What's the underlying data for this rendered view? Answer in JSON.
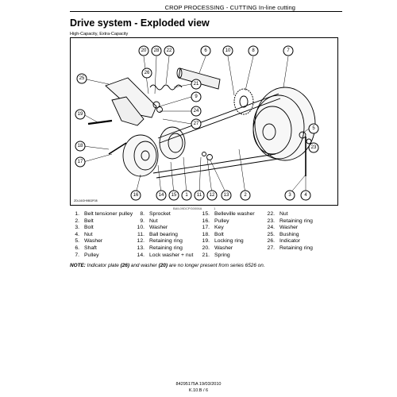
{
  "header": {
    "section": "CROP PROCESSING - CUTTING In-line cutting"
  },
  "title": "Drive system - Exploded view",
  "subtitle": "High-Capacity, Extra-Capacity",
  "figure": {
    "code": "ZDL16GH9802F08",
    "caption": "BAIL09DCPG0006A",
    "caption_number": "1",
    "callouts": [
      "20",
      "28",
      "22",
      "6",
      "10",
      "8",
      "25",
      "21",
      "9",
      "24",
      "7",
      "19",
      "27",
      "5",
      "18",
      "17",
      "16",
      "14",
      "15",
      "1",
      "11",
      "12",
      "13",
      "2",
      "3",
      "4",
      "23",
      "26"
    ]
  },
  "legend": {
    "col1": [
      {
        "n": "1.",
        "t": "Belt tensioner pulley"
      },
      {
        "n": "2.",
        "t": "Belt"
      },
      {
        "n": "3.",
        "t": "Bolt"
      },
      {
        "n": "4.",
        "t": "Nut"
      },
      {
        "n": "5.",
        "t": "Washer"
      },
      {
        "n": "6.",
        "t": "Shaft"
      },
      {
        "n": "7.",
        "t": "Pulley"
      }
    ],
    "col2": [
      {
        "n": "8.",
        "t": "Sprocket"
      },
      {
        "n": "9.",
        "t": "Nut"
      },
      {
        "n": "10.",
        "t": "Washer"
      },
      {
        "n": "11.",
        "t": "Ball bearing"
      },
      {
        "n": "12.",
        "t": "Retaining ring"
      },
      {
        "n": "13.",
        "t": "Retaining ring"
      },
      {
        "n": "14.",
        "t": "Lock washer + nut"
      }
    ],
    "col3": [
      {
        "n": "15.",
        "t": "Belleville washer"
      },
      {
        "n": "16.",
        "t": "Pulley"
      },
      {
        "n": "17.",
        "t": "Key"
      },
      {
        "n": "18.",
        "t": "Bolt"
      },
      {
        "n": "19.",
        "t": "Locking ring"
      },
      {
        "n": "20.",
        "t": "Washer"
      },
      {
        "n": "21.",
        "t": "Spring"
      }
    ],
    "col4": [
      {
        "n": "22.",
        "t": "Nut"
      },
      {
        "n": "23.",
        "t": "Retaining ring"
      },
      {
        "n": "24.",
        "t": "Washer"
      },
      {
        "n": "25.",
        "t": "Bushing"
      },
      {
        "n": "26.",
        "t": "Indicator"
      },
      {
        "n": "27.",
        "t": "Retaining ring"
      }
    ]
  },
  "note": {
    "label": "NOTE:",
    "part1": "Indicator plate",
    "ref1": "(26)",
    "part2": "and washer",
    "ref2": "(20)",
    "part3": "are no longer present from series 6526 on."
  },
  "footer": {
    "line1": "84295175A 19/03/2010",
    "line2": "K.10.B / 6"
  }
}
